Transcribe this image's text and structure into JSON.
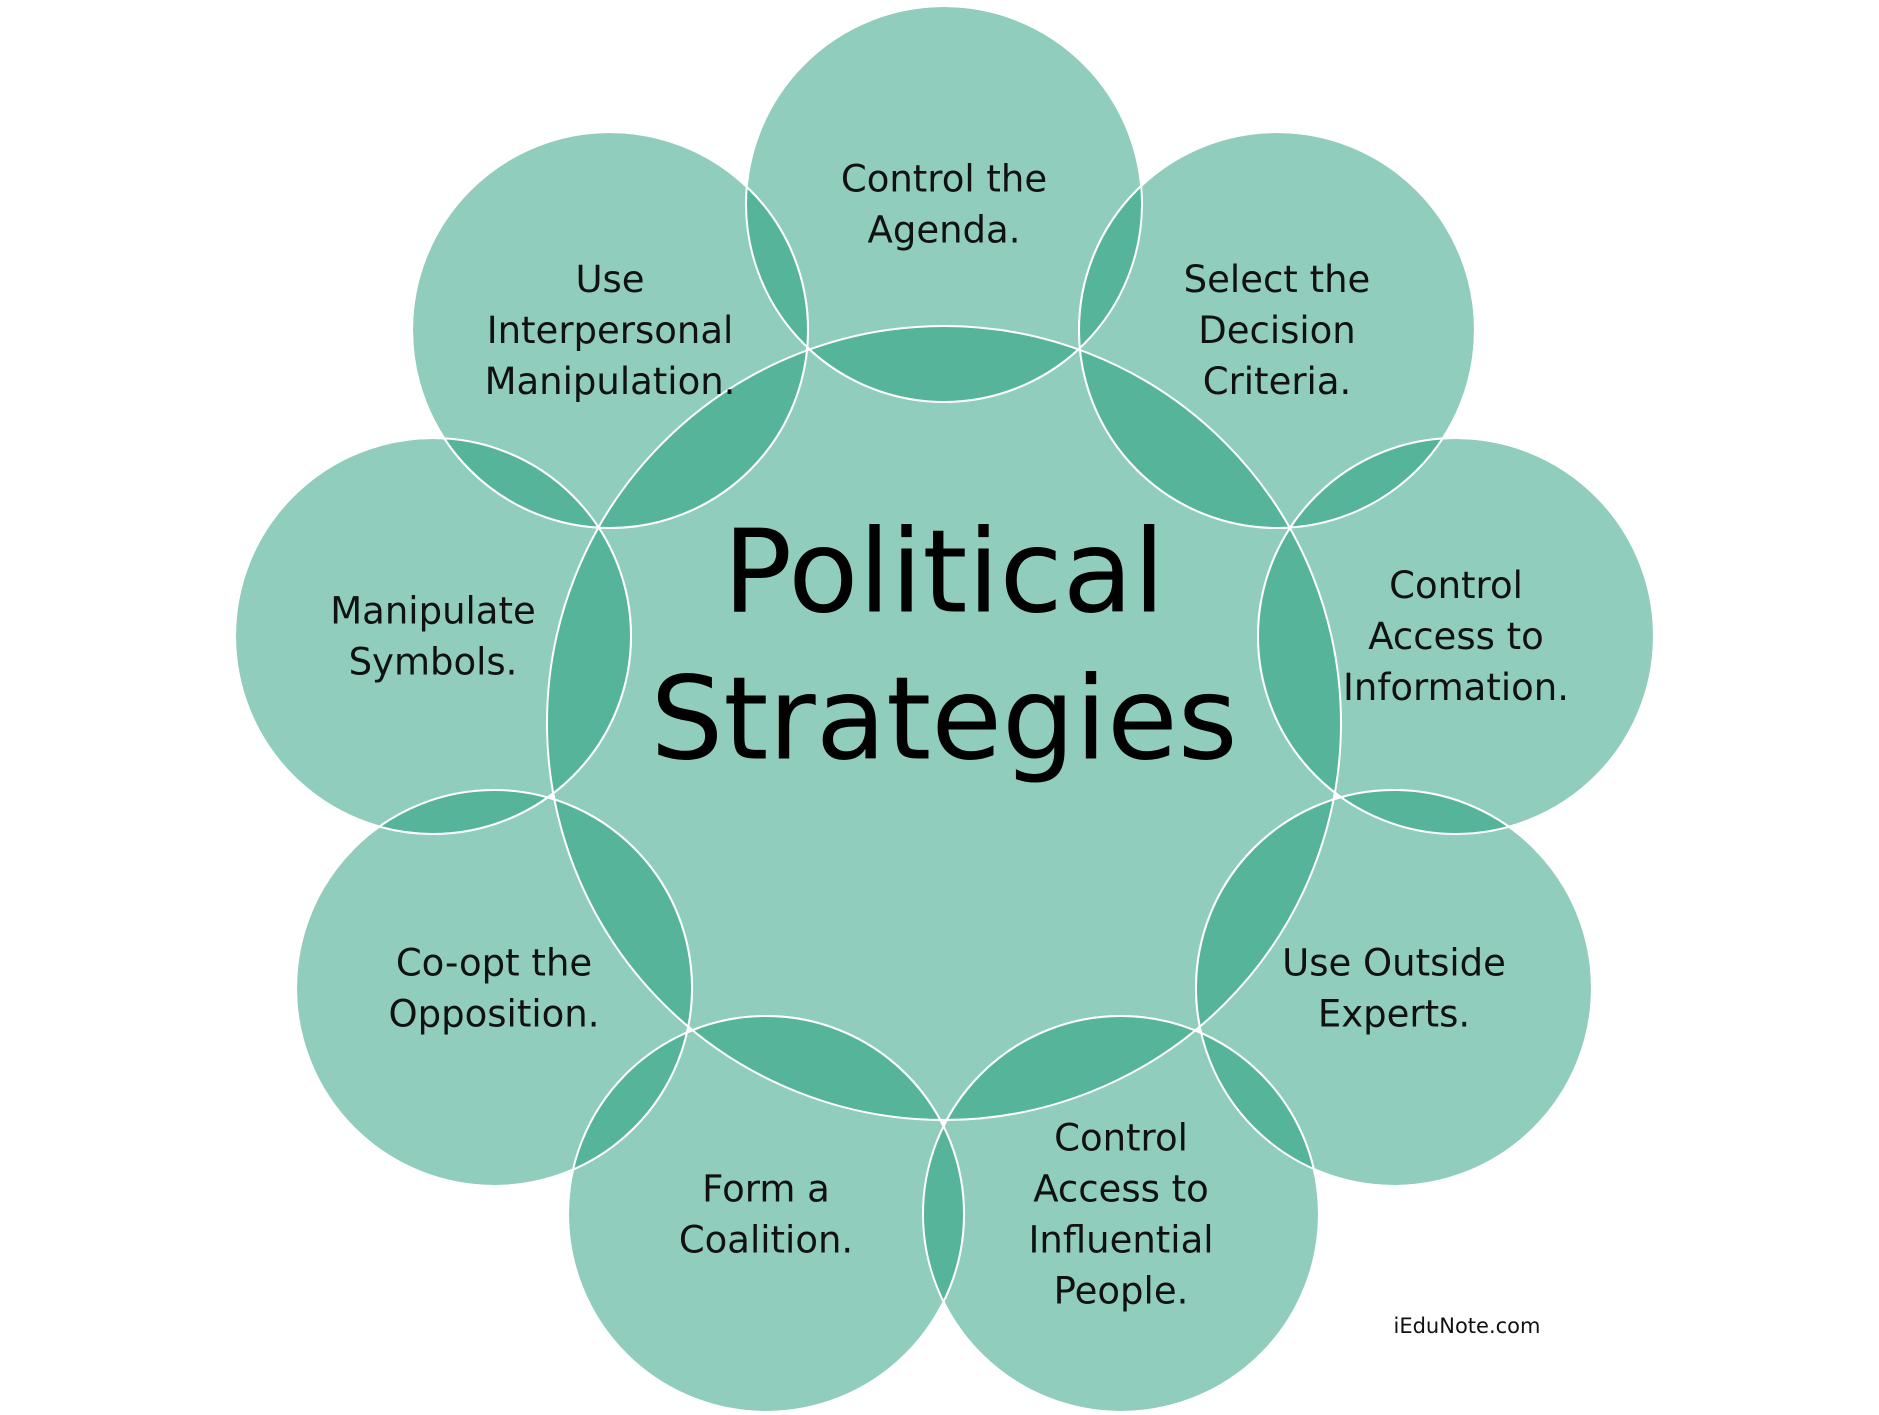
{
  "center": {
    "lines": [
      "Political",
      "Strategies"
    ]
  },
  "nodes": [
    {
      "id": "control-agenda",
      "lines": [
        "Control the",
        "Agenda."
      ]
    },
    {
      "id": "select-criteria",
      "lines": [
        "Select the",
        "Decision",
        "Criteria."
      ]
    },
    {
      "id": "control-information",
      "lines": [
        "Control",
        "Access to",
        "Information."
      ]
    },
    {
      "id": "outside-experts",
      "lines": [
        "Use Outside",
        "Experts."
      ]
    },
    {
      "id": "influential-people",
      "lines": [
        "Control",
        "Access to",
        "Influential",
        "People."
      ]
    },
    {
      "id": "form-coalition",
      "lines": [
        "Form a",
        "Coalition."
      ]
    },
    {
      "id": "coopt-opposition",
      "lines": [
        "Co-opt the",
        "Opposition."
      ]
    },
    {
      "id": "manipulate-symbols",
      "lines": [
        "Manipulate",
        "Symbols."
      ]
    },
    {
      "id": "interpersonal",
      "lines": [
        "Use",
        "Interpersonal",
        "Manipulation."
      ]
    }
  ],
  "watermark": "iEduNote.com",
  "colors": {
    "circle_fill": "#90cdbd",
    "overlap_fill": "#55b499",
    "outline": "#ffffff",
    "text": "#111111"
  }
}
